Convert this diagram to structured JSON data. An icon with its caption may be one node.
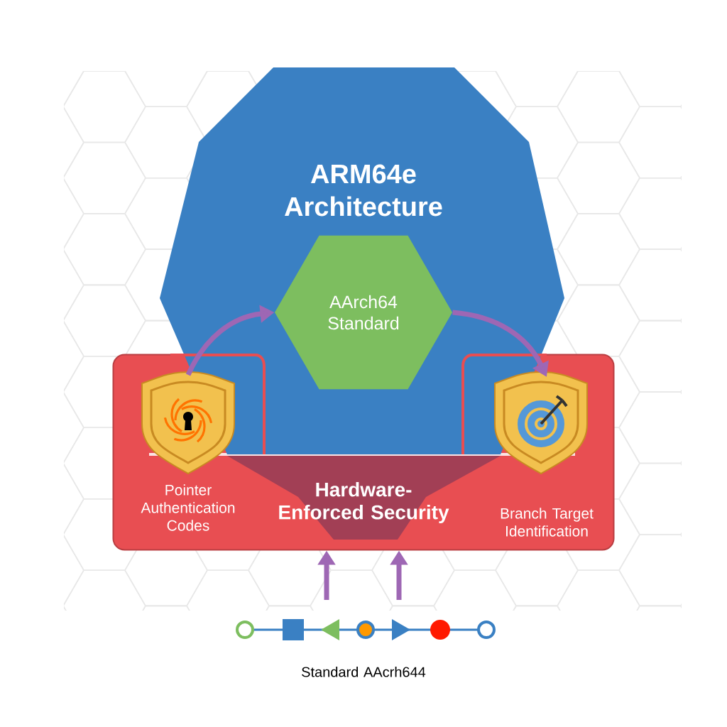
{
  "diagram": {
    "nodes": [
      {
        "text": [
          "ARM64e Architecture"
        ]
      },
      {
        "text": [
          "AArch64 Standard"
        ],
        "in": 0
      },
      {
        "text": [
          "Hardware-Enforced Security"
        ]
      },
      {
        "text": [
          "Pointer Authentication Codes"
        ],
        "in": 2
      },
      {
        "text": [
          "Branch Target Identification"
        ],
        "in": 2
      },
      {
        "text": [
          "Standard AAcrh644"
        ]
      }
    ],
    "edges": [
      {
        "from": 3,
        "to": 1,
        "arrow": "to"
      },
      {
        "from": 1,
        "to": 4,
        "arrow": "to"
      },
      {
        "from": 5,
        "to": 2,
        "arrow": "to"
      },
      {
        "from": 5,
        "to": 2,
        "arrow": "to"
      }
    ]
  }
}
